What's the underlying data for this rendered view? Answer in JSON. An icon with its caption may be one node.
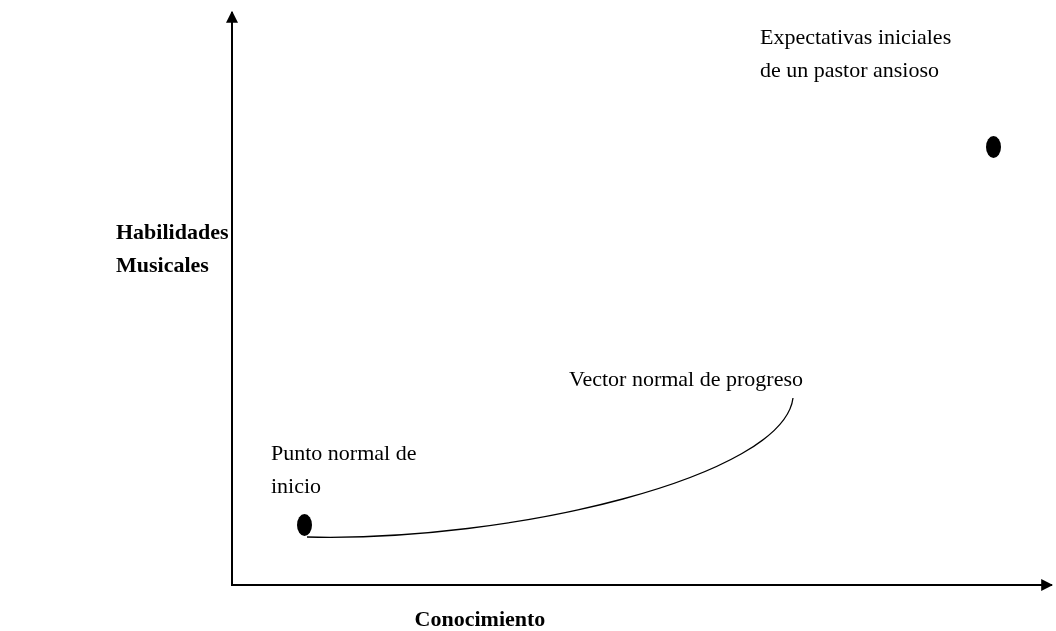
{
  "diagram": {
    "nodes": [
      {
        "text": [
          "Punto normal de inicio"
        ]
      },
      {
        "text": [],
        "shape": "circle"
      },
      {
        "text": [
          "Expectativas iniciales de un pastor ansioso"
        ]
      },
      {
        "text": [],
        "shape": "circle"
      },
      {
        "text": [
          "Vector normal de progreso"
        ]
      }
    ],
    "edges": [
      {
        "from": 1,
        "to": 4,
        "arrow": "none"
      }
    ],
    "labels": [
      "Habilidades Musicales",
      "Conocimiento"
    ]
  }
}
